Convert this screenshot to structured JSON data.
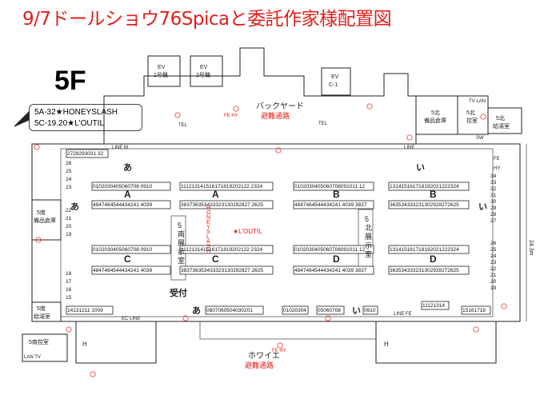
{
  "title": "9/7ドールショウ76Spicaと委託作家様配置図",
  "floor": "5F",
  "callout": {
    "line1": "5A-32★HONEYSLASH",
    "line2": "5C-19.20★L'OUTIL"
  },
  "labels": {
    "ev1": "EV",
    "ev1b": "1号機",
    "ev2": "EV",
    "ev2b": "2号機",
    "evc": "EV",
    "evcb": "C-1",
    "backyard": "バックヤード",
    "evac_top": "避難通路",
    "foyer": "ホワイエ",
    "evac_bottom": "避難通路",
    "north_storage": "5北",
    "north_storage_b": "備品倉庫",
    "north_control": "5北",
    "north_control_b": "控室",
    "north_kitchen": "5北",
    "north_kitchen_b": "給湯室",
    "south_storage": "5南",
    "south_storage_b": "備品倉庫",
    "south_kitchen": "5南",
    "south_kitchen_b": "給湯室",
    "south_control": "5南控室",
    "south_hall": "5南展示室",
    "north_hall": "5北展示室",
    "reception": "受付",
    "honeyslash": "HONEYSLASH",
    "loutil": "★L'OUTIL",
    "dim": "24.3m",
    "line_m1": "LINE M",
    "line_m2": "LINE",
    "line_m3": "EC LINE",
    "line_m4": "LINE FE",
    "tel1": "TEL",
    "tel2": "TEL",
    "tv_lan": "TV LAN",
    "lan_tv": "LAN TV",
    "fe_hy": "FE HY",
    "sw": "SW",
    "ec": "EC",
    "fe": "FE",
    "hy": "HY",
    "s": "S",
    "w": "W",
    "h": "H"
  },
  "blocks": {
    "a": "あ",
    "i": "い",
    "A": "A",
    "B": "B",
    "C": "C",
    "D": "D"
  },
  "rows": {
    "topleft": "2728293031 32",
    "A_left_1": "0102030405060708 0910",
    "A_left_2": "4847464544434241 4039",
    "A_mid_1": "111213141516171819202122 2324",
    "A_mid_2": "383736353433323130292827 2625",
    "B_1": "0102030405060708091011 12",
    "B_2": "4847464544434241 4039 3837",
    "B_right_1": "131415161718192021222324",
    "B_right_2": "363534333231302928272625",
    "C_left_1": "0102030405060708 0910",
    "C_left_2": "4847464544434241 4039",
    "C_mid_1": "111213141516171819202122 2324",
    "C_mid_2": "383736353433323130292827 2625",
    "D_1": "0102030405060708091011 12",
    "D_2": "4847464544434241 4039 3837",
    "D_right_1": "131415161718192021222324",
    "D_right_2": "363534333231302928272625",
    "bottom_left": "14131211 1009",
    "bottom_a": "0807060504030201",
    "bottom_mid": "01020304",
    "bottom_mid2": "05060708",
    "bottom_i": "0910",
    "bottom_right": "11121314",
    "bottom_right2": "15161718",
    "left_col1": "26 25 24 23",
    "left_col2": "22 21 20 19",
    "left_col3": "18 17 16 15",
    "right_col1": "34 33 32 31 30 29 28 27",
    "right_col2": "26 25 24 23 22 21 20 19"
  },
  "colors": {
    "title": "#e0201b",
    "accent": "#e0201b",
    "line": "#222222"
  }
}
